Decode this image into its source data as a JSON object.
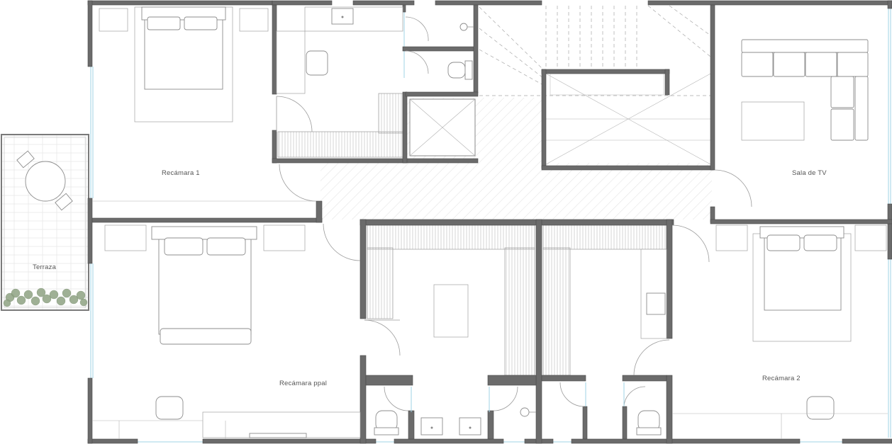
{
  "rooms": {
    "bedroom1": "Recámara 1",
    "terrace": "Terraza",
    "master": "Recámara ppal",
    "tv_room": "Sala de TV",
    "bedroom2": "Recámara 2"
  },
  "colors": {
    "wall": "#6b6b6b",
    "window": "#9fd3e6",
    "line": "#9a9a9a",
    "plant": "#8fa383"
  }
}
